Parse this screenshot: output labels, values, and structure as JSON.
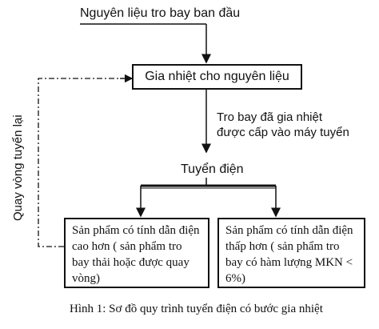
{
  "flow": {
    "input_label": "Nguyên liệu tro bay ban đầu",
    "heating_box": "Gia nhiệt cho nguyên liệu",
    "feed_note_line1": "Tro  bay đã gia nhiệt",
    "feed_note_line2": "được cấp vào máy tuyển",
    "separation_label": "Tuyển điện",
    "recycle_label": "Quay vòng tuyển lại",
    "left_product": "Sản phẩm có tính dẫn điện cao hơn ( sản phẩm tro bay  thải hoặc được quay vòng)",
    "right_product": "Sản phẩm có tính dẫn điện thấp hơn ( sản phẩm tro bay có hàm lượng MKN < 6%)"
  },
  "caption": "Hình 1: Sơ đồ quy trình tuyển điện có bước gia nhiệt"
}
